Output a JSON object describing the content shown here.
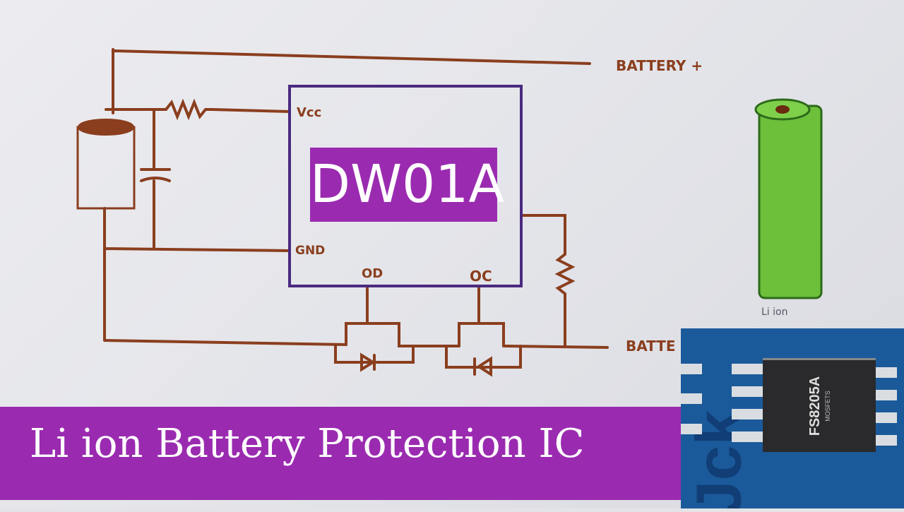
{
  "diagram": {
    "labels": {
      "battery_plus": "BATTERY +",
      "battery_minus": "BATTE",
      "vcc": "Vcc",
      "gnd": "GND",
      "od": "OD",
      "oc": "OC",
      "cell_label": "Li ion"
    },
    "chip_title": "DW01A",
    "colors": {
      "ink": "#8a3e1e",
      "ic_outline": "#4a2a80",
      "overlay": "#9a2bb0",
      "cell": "#6cc03a",
      "pcb": "#1b5a9a"
    }
  },
  "banner": {
    "text": "Li ion Battery Protection IC"
  },
  "inset": {
    "chip_name": "FS8205A",
    "chip_sub": "MOSFETS",
    "watermark": "Jck"
  }
}
